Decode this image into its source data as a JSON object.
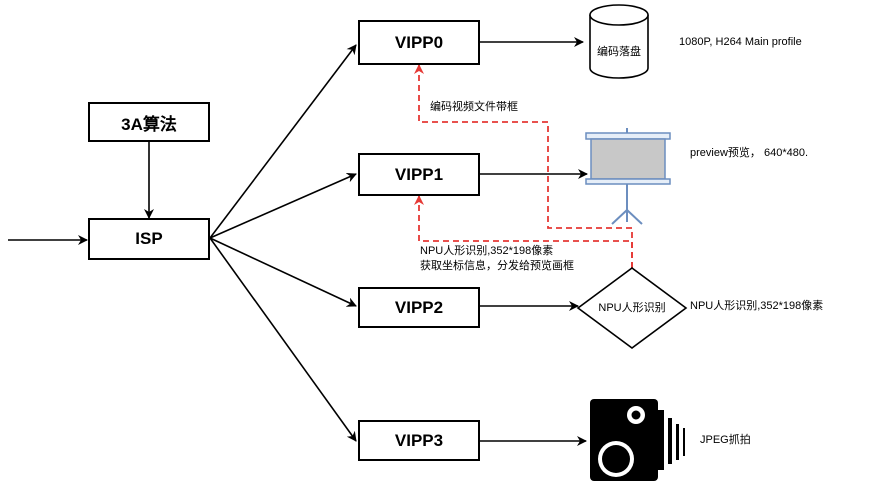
{
  "nodes": {
    "algo": "3A算法",
    "isp": "ISP",
    "vipp0": "VIPP0",
    "vipp1": "VIPP1",
    "vipp2": "VIPP2",
    "vipp3": "VIPP3",
    "disk": "编码落盘",
    "npu_diamond": "NPU人形识别"
  },
  "labels": {
    "vipp0_out": "1080P, H264 Main profile",
    "vipp1_out": "preview预览， 640*480.",
    "vipp2_out": "NPU人形识别,352*198像素",
    "vipp3_out": "JPEG抓拍",
    "feedback_encode": "编码视频文件带框",
    "feedback_npu_line1": "NPU人形识别,352*198像素",
    "feedback_npu_line2": "获取坐标信息，分发给预览画框"
  },
  "colors": {
    "line": "#000000",
    "feedback": "#e53935",
    "screen_fill": "#c8c8c8",
    "screen_frame": "#6c8ebf"
  },
  "icons": [
    "database-icon",
    "projector-screen-icon",
    "camera-icon"
  ]
}
